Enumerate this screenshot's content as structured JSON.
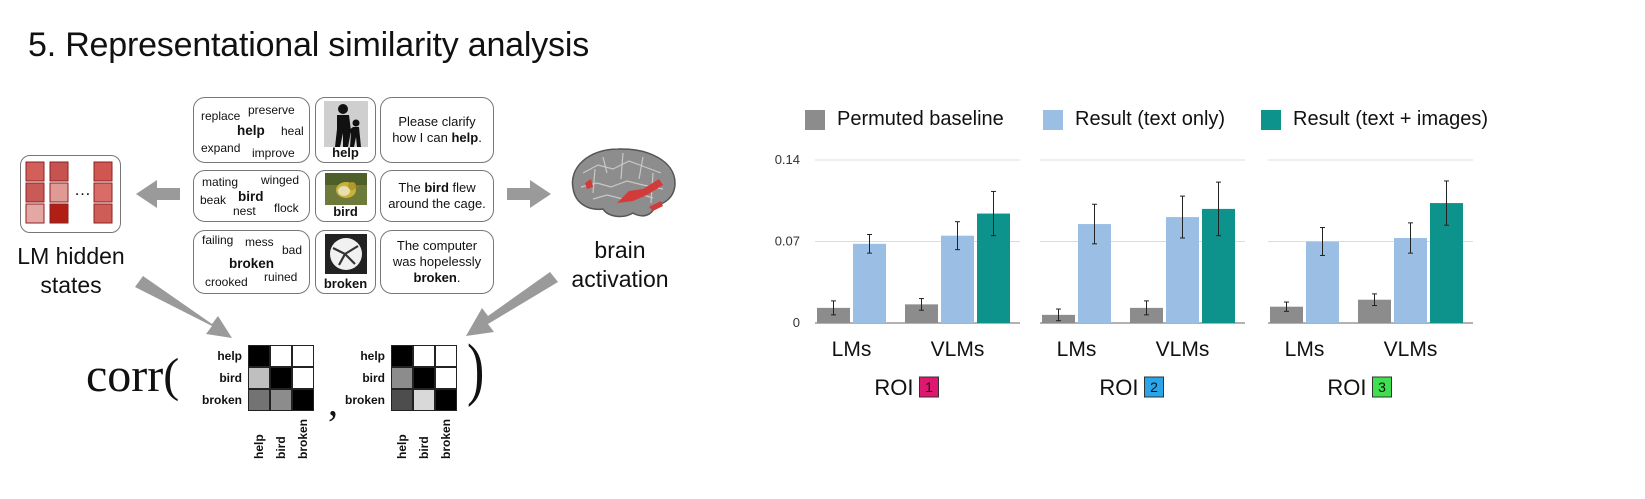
{
  "title": "5. Representational similarity analysis",
  "diagram": {
    "word_clouds": [
      {
        "words": [
          "replace",
          "preserve",
          "help",
          "heal",
          "expand",
          "improve"
        ],
        "bold": "help"
      },
      {
        "words": [
          "mating",
          "winged",
          "bird",
          "beak",
          "nest",
          "flock"
        ],
        "bold": "bird"
      },
      {
        "words": [
          "failing",
          "mess",
          "bad",
          "broken",
          "crooked",
          "ruined"
        ],
        "bold": "broken"
      }
    ],
    "image_labels": [
      "help",
      "bird",
      "broken"
    ],
    "sentences": [
      {
        "before": "Please clarify how I can ",
        "bold": "help",
        "after": "."
      },
      {
        "before": "The ",
        "bold": "bird",
        "after": " flew around the cage."
      },
      {
        "before": "The computer was hopelessly ",
        "bold": "broken",
        "after": "."
      }
    ],
    "left_label": "LM hidden states",
    "right_label": "brain activation",
    "ellipsis": "…",
    "corr_word": "corr(",
    "corr_close": ")",
    "corr_comma": ",",
    "rsm_labels": [
      "help",
      "bird",
      "broken"
    ],
    "rsm_left": [
      [
        0,
        1,
        1
      ],
      [
        0.75,
        0,
        1
      ],
      [
        0.45,
        0.55,
        0
      ]
    ],
    "rsm_right": [
      [
        0,
        1,
        1
      ],
      [
        0.55,
        0,
        1
      ],
      [
        0.3,
        0.85,
        0
      ]
    ]
  },
  "legend": [
    {
      "label": "Permuted baseline",
      "color": "#8c8c8c"
    },
    {
      "label": "Result (text only)",
      "color": "#9bbfe4"
    },
    {
      "label": "Result (text + images)",
      "color": "#0e938c"
    }
  ],
  "chart_data": {
    "type": "bar",
    "ylim": [
      0,
      0.14
    ],
    "yticks": [
      "0",
      "0.07",
      "0.14"
    ],
    "ytick_values": [
      0,
      0.07,
      0.14
    ],
    "series_colors": {
      "baseline": "#8c8c8c",
      "text": "#9bbfe4",
      "text_images": "#0e938c"
    },
    "panels": [
      {
        "roi": "ROI",
        "roi_number": "1",
        "roi_color": "#e0176f",
        "groups": [
          {
            "label": "LMs",
            "bars": [
              {
                "series": "baseline",
                "value": 0.013,
                "err": 0.006
              },
              {
                "series": "text",
                "value": 0.068,
                "err": 0.008
              }
            ]
          },
          {
            "label": "VLMs",
            "bars": [
              {
                "series": "baseline",
                "value": 0.016,
                "err": 0.005
              },
              {
                "series": "text",
                "value": 0.075,
                "err": 0.012
              },
              {
                "series": "text_images",
                "value": 0.094,
                "err": 0.019
              }
            ]
          }
        ]
      },
      {
        "roi": "ROI",
        "roi_number": "2",
        "roi_color": "#2aa6e8",
        "groups": [
          {
            "label": "LMs",
            "bars": [
              {
                "series": "baseline",
                "value": 0.007,
                "err": 0.005
              },
              {
                "series": "text",
                "value": 0.085,
                "err": 0.017
              }
            ]
          },
          {
            "label": "VLMs",
            "bars": [
              {
                "series": "baseline",
                "value": 0.013,
                "err": 0.006
              },
              {
                "series": "text",
                "value": 0.091,
                "err": 0.018
              },
              {
                "series": "text_images",
                "value": 0.098,
                "err": 0.023
              }
            ]
          }
        ]
      },
      {
        "roi": "ROI",
        "roi_number": "3",
        "roi_color": "#3fe04f",
        "groups": [
          {
            "label": "LMs",
            "bars": [
              {
                "series": "baseline",
                "value": 0.014,
                "err": 0.004
              },
              {
                "series": "text",
                "value": 0.07,
                "err": 0.012
              }
            ]
          },
          {
            "label": "VLMs",
            "bars": [
              {
                "series": "baseline",
                "value": 0.02,
                "err": 0.005
              },
              {
                "series": "text",
                "value": 0.073,
                "err": 0.013
              },
              {
                "series": "text_images",
                "value": 0.103,
                "err": 0.019
              }
            ]
          }
        ]
      }
    ]
  }
}
